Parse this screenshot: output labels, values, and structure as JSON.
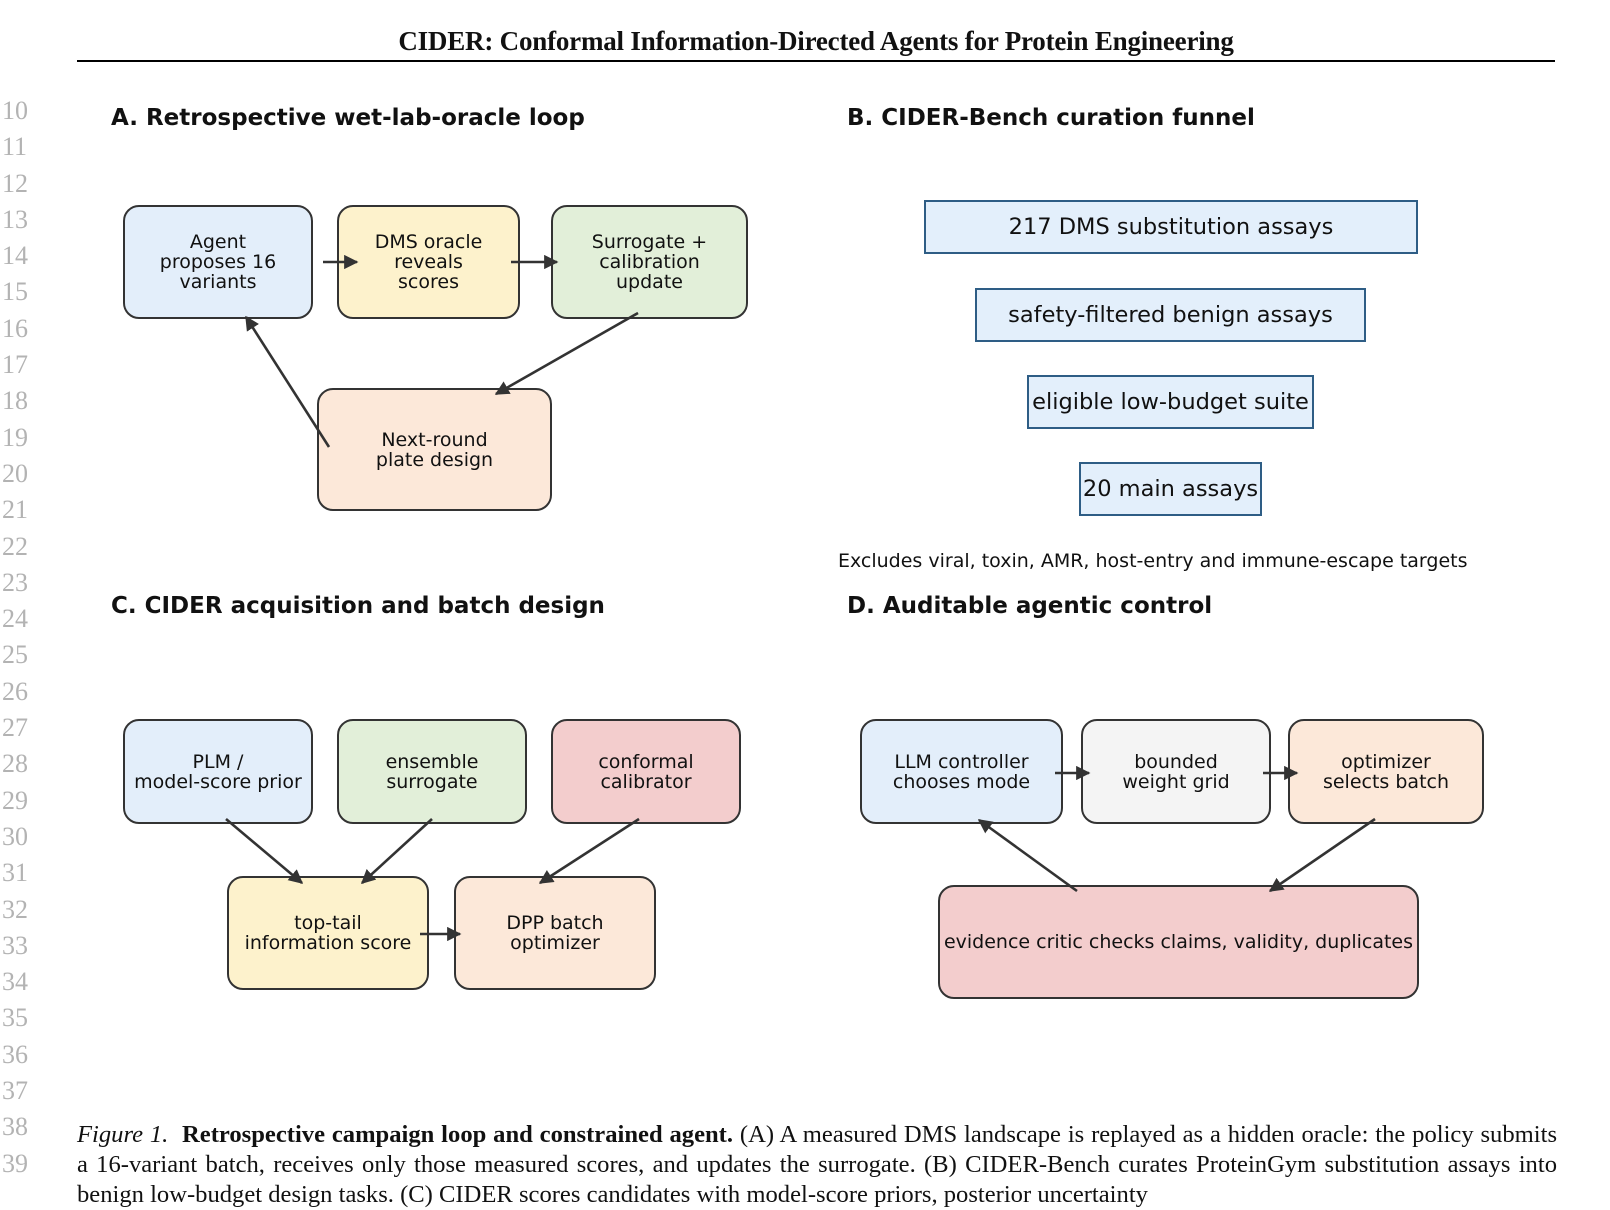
{
  "header": {
    "title": "CIDER: Conformal Information-Directed Agents for Protein Engineering"
  },
  "line_numbers": [
    "10",
    "11",
    "12",
    "13",
    "14",
    "15",
    "16",
    "17",
    "18",
    "19",
    "20",
    "21",
    "22",
    "23",
    "24",
    "25",
    "26",
    "27",
    "28",
    "29",
    "30",
    "31",
    "32",
    "33",
    "34",
    "35",
    "36",
    "37",
    "38",
    "39"
  ],
  "figure": {
    "panel_a": {
      "title": "A. Retrospective wet-lab-oracle loop",
      "boxes": {
        "agent": "Agent\nproposes 16\nvariants",
        "oracle": "DMS oracle\nreveals\nscores",
        "surrogate": "Surrogate +\ncalibration\nupdate",
        "next_round": "Next-round\nplate design"
      }
    },
    "panel_b": {
      "title": "B. CIDER-Bench curation funnel",
      "stages": [
        "217 DMS substitution assays",
        "safety-filtered benign assays",
        "eligible low-budget suite",
        "20 main assays"
      ],
      "note": "Excludes viral, toxin, AMR, host-entry and immune-escape targets"
    },
    "panel_c": {
      "title": "C. CIDER acquisition and batch design",
      "boxes": {
        "plm_prior": "PLM /\nmodel-score prior",
        "ensemble": "ensemble\nsurrogate",
        "calibrator": "conformal\ncalibrator",
        "info_score": "top-tail\ninformation score",
        "dpp": "DPP batch\noptimizer"
      }
    },
    "panel_d": {
      "title": "D. Auditable agentic control",
      "boxes": {
        "llm": "LLM controller\nchooses mode",
        "grid": "bounded\nweight grid",
        "optimizer": "optimizer\nselects batch",
        "critic": "evidence critic checks claims, validity, duplicates"
      }
    }
  },
  "caption": {
    "label": "Figure 1.",
    "bold_title": "Retrospective campaign loop and constrained agent.",
    "text_1": "(A) A measured DMS landscape is replayed as a hidden oracle: the policy submits a 16-variant batch, receives only those measured scores, and updates the surrogate. (B) ",
    "bench_name": "CIDER-Bench",
    "text_2": " curates ProteinGym substitution assays into benign low-budget design tasks. (C) CIDER scores candidates with model-score priors, posterior uncertainty"
  },
  "colors": {
    "blue": "#e3eefa",
    "yellow": "#fdf2cc",
    "green": "#e2efd9",
    "peach": "#fce8d9",
    "red": "#f3cdcd",
    "gray": "#f4f4f4",
    "funnel_fill": "#e3effb",
    "funnel_border": "#2e5d85"
  }
}
